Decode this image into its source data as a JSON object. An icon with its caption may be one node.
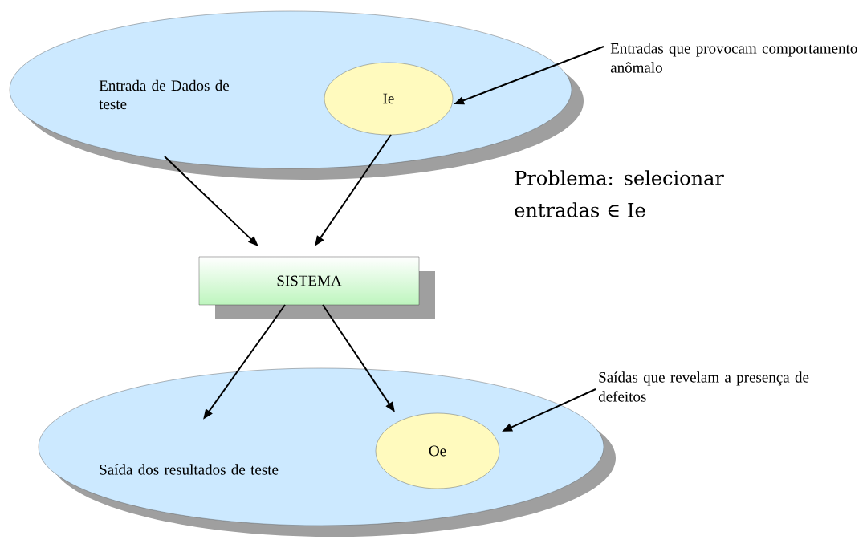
{
  "diagram": {
    "nodes": [
      {
        "text": [
          "Entrada de Dados de teste"
        ]
      },
      {
        "text": [
          "Ie"
        ],
        "in": 0
      },
      {
        "text": [
          "Entradas que provocam comportamento anômalo"
        ]
      },
      {
        "text": [
          "SISTEMA"
        ]
      },
      {
        "text": [
          "Saída dos resultados de teste"
        ]
      },
      {
        "text": [
          "Oe"
        ],
        "in": 4
      },
      {
        "text": [
          "Saídas que revelam a presença de defeitos"
        ]
      }
    ],
    "edges": [
      {
        "from": 0,
        "to": 3,
        "arrow": "to"
      },
      {
        "from": 1,
        "to": 3,
        "arrow": "to"
      },
      {
        "from": 2,
        "to": 1,
        "arrow": "to"
      },
      {
        "from": 3,
        "to": 4,
        "arrow": "to"
      },
      {
        "from": 3,
        "to": 5,
        "arrow": "to"
      },
      {
        "from": 6,
        "to": 5,
        "arrow": "to"
      }
    ],
    "labels": [
      "Problema: selecionar entradas ∈ Ie"
    ]
  }
}
